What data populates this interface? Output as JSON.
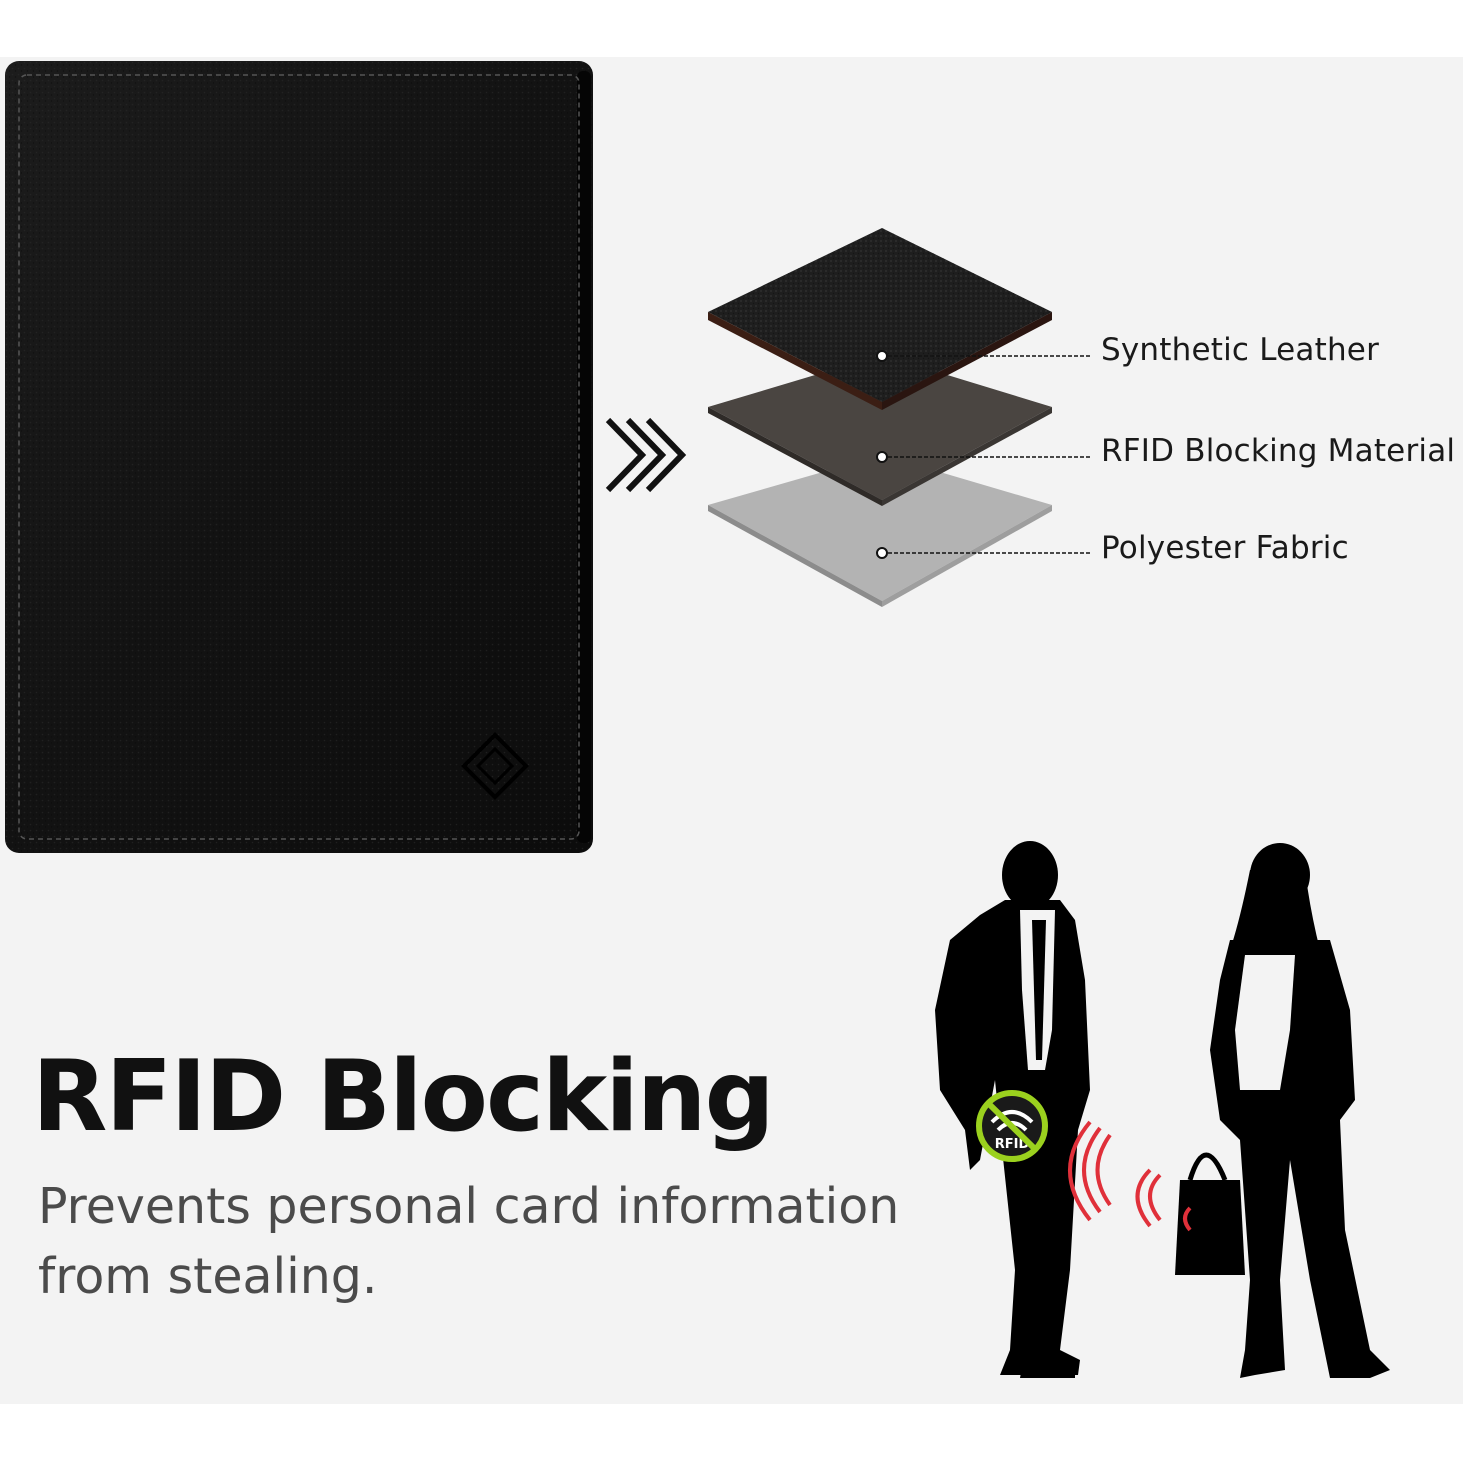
{
  "layers": {
    "items": [
      {
        "label": "Synthetic Leather"
      },
      {
        "label": "RFID Blocking Material"
      },
      {
        "label": "Polyester Fabric"
      }
    ]
  },
  "headline": "RFID Blocking",
  "subtext": "Prevents personal card information from stealing.",
  "badge": {
    "text": "RFID"
  },
  "colors": {
    "background": "#f3f3f3",
    "wallet": "#141414",
    "leather_layer": "#1e1e1e",
    "rfid_layer": "#4a4541",
    "fabric_layer": "#b3b3b3",
    "signal": "#e0303a",
    "badge_ring": "#9bd11e"
  }
}
